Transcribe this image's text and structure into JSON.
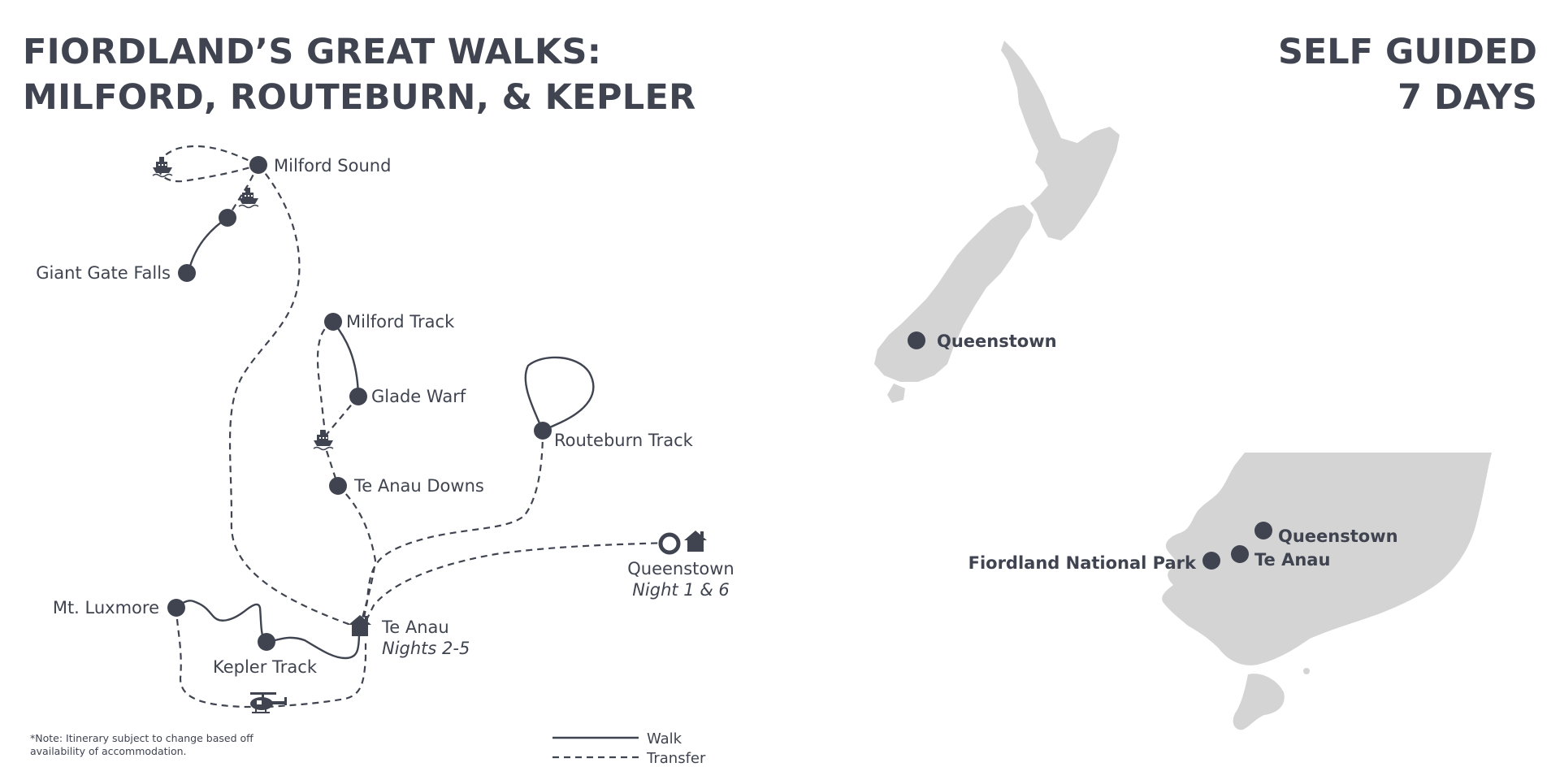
{
  "title": {
    "line1": "FIORDLAND’S GREAT WALKS:",
    "line2": "MILFORD, ROUTEBURN, & KEPLER"
  },
  "badge": {
    "line1": "SELF GUIDED",
    "line2": "7 DAYS"
  },
  "route_map": {
    "stops": {
      "milford_sound": "Milford Sound",
      "giant_gate_falls": "Giant Gate Falls",
      "milford_track": "Milford Track",
      "glade_warf": "Glade Warf",
      "routeburn_track": "Routeburn Track",
      "te_anau_downs": "Te Anau Downs",
      "queenstown": "Queenstown",
      "queenstown_nights": "Night 1 & 6",
      "mt_luxmore": "Mt. Luxmore",
      "te_anau": "Te Anau",
      "te_anau_nights": "Nights 2-5",
      "kepler_track": "Kepler Track"
    },
    "icons": [
      "boat-icon",
      "boat-icon",
      "boat-icon",
      "house-icon",
      "house-icon",
      "helicopter-icon",
      "start-marker-icon"
    ]
  },
  "nz_map": {
    "label": "Queenstown"
  },
  "inset_map": {
    "labels": {
      "queenstown": "Queenstown",
      "te_anau": "Te Anau",
      "fiordland": "Fiordland National Park"
    }
  },
  "footnote": {
    "line1": "*Note: Itinerary  subject to change based off",
    "line2": "availability of accommodation."
  },
  "legend": {
    "walk": "Walk",
    "transfer": "Transfer"
  },
  "colors": {
    "ink": "#3f4450",
    "land": "#d4d4d4"
  }
}
